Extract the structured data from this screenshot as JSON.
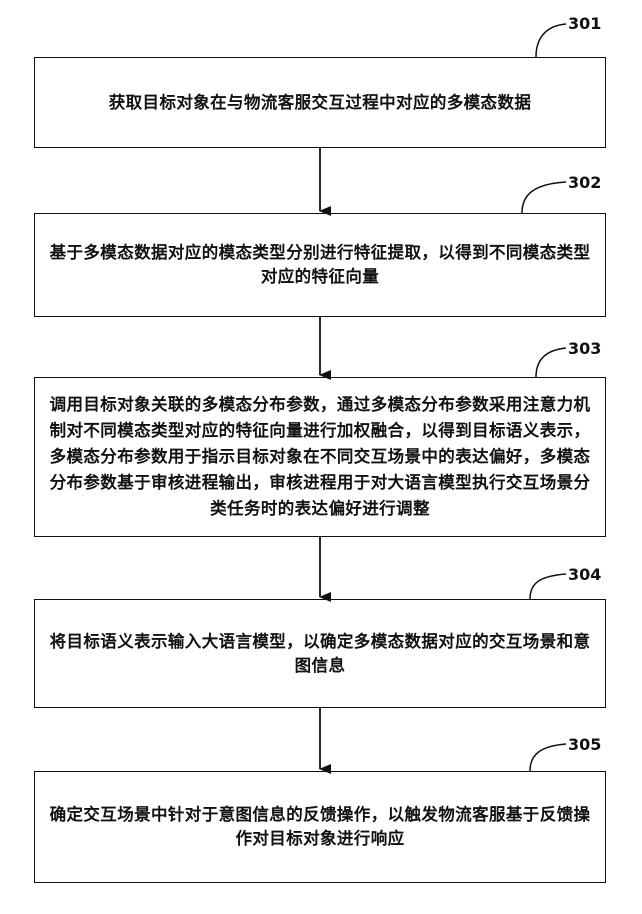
{
  "steps": [
    {
      "label": "301",
      "text": "获取目标对象在与物流客服交互过程中对应的多模态数据"
    },
    {
      "label": "302",
      "text": "基于多模态数据对应的模态类型分别进行特征提取，以得到不同模态类型对应的特征向量"
    },
    {
      "label": "303",
      "text": "调用目标对象关联的多模态分布参数，通过多模态分布参数采用注意力机制对不同模态类型对应的特征向量进行加权融合，以得到目标语义表示，多模态分布参数用于指示目标对象在不同交互场景中的表达偏好，多模态分布参数基于审核进程输出，审核进程用于对大语言模型执行交互场景分类任务时的表达偏好进行调整"
    },
    {
      "label": "304",
      "text": "将目标语义表示输入大语言模型，以确定多模态数据对应的交互场景和意图信息"
    },
    {
      "label": "305",
      "text": "确定交互场景中针对于意图信息的反馈操作，以触发物流客服基于反馈操作对目标对象进行响应"
    }
  ]
}
